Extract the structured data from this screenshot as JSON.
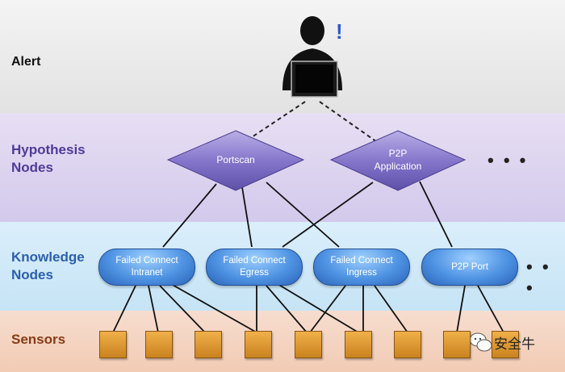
{
  "layers": {
    "alert": "Alert",
    "hypothesis_line1": "Hypothesis",
    "hypothesis_line2": "Nodes",
    "knowledge_line1": "Knowledge",
    "knowledge_line2": "Nodes",
    "sensors": "Sensors"
  },
  "alert_mark": "!",
  "hypothesis_nodes": [
    {
      "line1": "Portscan",
      "line2": ""
    },
    {
      "line1": "P2P",
      "line2": "Application"
    }
  ],
  "knowledge_nodes": [
    {
      "line1": "Failed Connect",
      "line2": "Intranet"
    },
    {
      "line1": "Failed Connect",
      "line2": "Egress"
    },
    {
      "line1": "Failed Connect",
      "line2": "Ingress"
    },
    {
      "line1": "P2P Port",
      "line2": ""
    }
  ],
  "ellipsis": "• • •",
  "watermark": "安全牛",
  "colors": {
    "hypothesis_node": "#8677cc",
    "knowledge_node": "#4f93e3",
    "sensor": "#e3a03c",
    "hypothesis_label": "#4f3a9a",
    "knowledge_label": "#2b5fb0",
    "sensors_label": "#8a3a14"
  }
}
